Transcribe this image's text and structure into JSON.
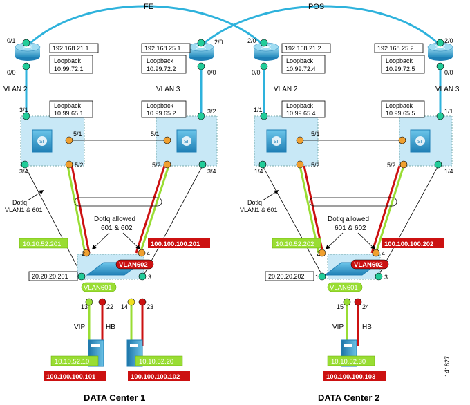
{
  "links": {
    "fe": "FE",
    "pos": "POS"
  },
  "dc1": {
    "title": "DATA Center 1",
    "r1": {
      "ip": "192.168.21.1",
      "loop_label": "Loopback",
      "loop_ip": "10.99.72.1",
      "port_top": "0/1",
      "port_bottom": "0/0"
    },
    "r2": {
      "ip": "192.168.25.1",
      "loop_label": "Loopback",
      "loop_ip": "10.99.72.2",
      "port_top": "2/0",
      "port_bottom": "0/0"
    },
    "vlan_left": "VLAN 2",
    "vlan_right": "VLAN 3",
    "s1": {
      "loop_label": "Loopback",
      "loop_ip": "10.99.65.1",
      "p_top": "3/1",
      "p_51": "5/1",
      "p_52": "5/2",
      "p_34": "3/4"
    },
    "s2": {
      "loop_label": "Loopback",
      "loop_ip": "10.99.65.2",
      "p_top": "3/2",
      "p_51": "5/1",
      "p_52": "5/2",
      "p_34": "3/4"
    },
    "dot1q": [
      "Dotlq",
      "VLAN1 & 601"
    ],
    "dot1q_allowed": [
      "Dotlq allowed",
      "601 & 602"
    ],
    "green_ip": "10.10.52.201",
    "red_ip": "100.100.100.201",
    "access": {
      "mgmt_ip": "20.20.20.201",
      "vlan601": "VLAN601",
      "vlan602": "VLAN602",
      "p1": "1",
      "p2": "2",
      "p3": "3",
      "p4": "4"
    },
    "ports": {
      "p13": "13",
      "p22": "22",
      "p14": "14",
      "p23": "23"
    },
    "vip": "VIP",
    "hb": "HB",
    "server1": {
      "green": "10.10.52.10",
      "red": "100.100.100.101"
    },
    "server2": {
      "green": "10.10.52.20",
      "red": "100.100.100.102"
    }
  },
  "dc2": {
    "title": "DATA Center 2",
    "r1": {
      "ip": "192.168.21.2",
      "loop_label": "Loopback",
      "loop_ip": "10.99.72.4",
      "port_top": "2/0",
      "port_bottom": "0/0"
    },
    "r2": {
      "ip": "192.168.25.2",
      "loop_label": "Loopback",
      "loop_ip": "10.99.72.5",
      "port_top": "2/0",
      "port_bottom": "0/0"
    },
    "vlan_left": "VLAN 2",
    "vlan_right": "VLAN 3",
    "s1": {
      "loop_label": "Loopback",
      "loop_ip": "10.99.65.4",
      "p_top": "1/1",
      "p_51": "5/1",
      "p_52": "5/2",
      "p_34": "1/4"
    },
    "s2": {
      "loop_label": "Loopback",
      "loop_ip": "10.99.65.5",
      "p_top": "1/1",
      "p_51": "",
      "p_52": "5/2",
      "p_34": "1/4"
    },
    "dot1q": [
      "Dotlq",
      "VLAN1 & 601"
    ],
    "dot1q_allowed": [
      "Dotlq allowed",
      "601 & 602"
    ],
    "green_ip": "10.10.52.202",
    "red_ip": "100.100.100.202",
    "access": {
      "mgmt_ip": "20.20.20.202",
      "vlan601": "VLAN601",
      "vlan602": "VLAN602",
      "p1": "1",
      "p2": "2",
      "p3": "3",
      "p4": "4"
    },
    "ports": {
      "p15": "15",
      "p24": "24"
    },
    "vip": "VIP",
    "hb": "HB",
    "server": {
      "green": "10.10.52.30",
      "red": "100.100.100.103"
    }
  },
  "figure_id": "141827",
  "colors": {
    "cyan": "#2eb2dc",
    "green": "#99dd33",
    "red": "#cc1111",
    "box_fill": "#c8e8f6",
    "port_green": "#22cc99",
    "port_orange": "#f0a030"
  }
}
